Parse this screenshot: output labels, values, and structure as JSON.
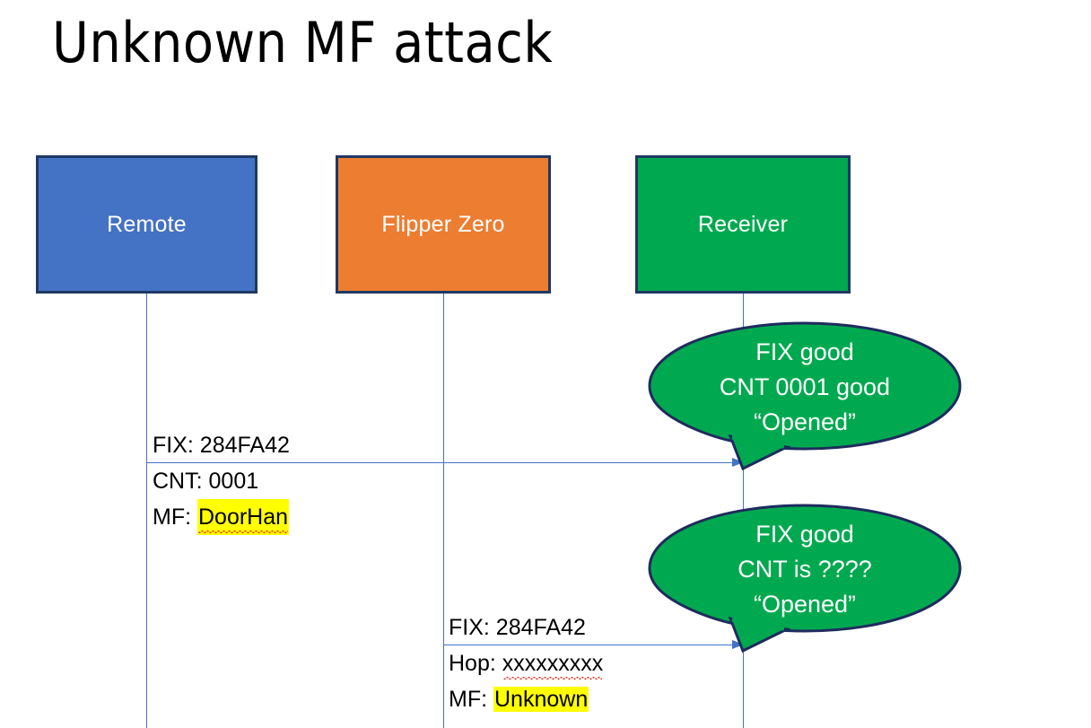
{
  "slide": {
    "title": "Unknown MF attack",
    "background_color": "#FFFFFF"
  },
  "colors": {
    "remote_fill": "#4472C4",
    "flipper_fill": "#ED7D31",
    "receiver_fill": "#00A94F",
    "box_border": "#1F3864",
    "lifeline": "#4472C4",
    "arrow": "#4472C4",
    "bubble_fill": "#00A94F",
    "bubble_border": "#1F2B5E",
    "highlight": "#FFFF00",
    "text_dark": "#000000",
    "text_light": "#FFFFFF"
  },
  "actors": [
    {
      "id": "remote",
      "label": "Remote"
    },
    {
      "id": "flipper",
      "label": "Flipper Zero"
    },
    {
      "id": "receiver",
      "label": "Receiver"
    }
  ],
  "messages": [
    {
      "id": "msg-1",
      "from": "remote",
      "to": "receiver",
      "lines": [
        {
          "label": "FIX:",
          "value": "284FA42",
          "highlight": false,
          "spellcheck_error": false
        },
        {
          "label": "CNT:",
          "value": "0001",
          "highlight": false,
          "spellcheck_error": false
        },
        {
          "label": "MF:",
          "value": "DoorHan",
          "highlight": true,
          "spellcheck_error": true
        }
      ]
    },
    {
      "id": "msg-2",
      "from": "flipper",
      "to": "receiver",
      "lines": [
        {
          "label": "FIX:",
          "value": "284FA42",
          "highlight": false,
          "spellcheck_error": false
        },
        {
          "label": "Hop:",
          "value": "xxxxxxxxx",
          "highlight": false,
          "spellcheck_error": true
        },
        {
          "label": "MF:",
          "value": "Unknown",
          "highlight": true,
          "spellcheck_error": false
        }
      ]
    }
  ],
  "bubbles": [
    {
      "id": "bubble-1",
      "owner": "receiver",
      "lines": [
        "FIX good",
        "CNT 0001 good",
        "“Opened”"
      ]
    },
    {
      "id": "bubble-2",
      "owner": "receiver",
      "lines": [
        "FIX good",
        "CNT is ????",
        "“Opened”"
      ]
    }
  ],
  "note_1": {
    "l1_label": "FIX:",
    "l1_value": "284FA42",
    "l2_label": "CNT:",
    "l2_value": "0001",
    "l3_label": "MF:",
    "l3_value": "DoorHan"
  },
  "note_2": {
    "l1_label": "FIX:",
    "l1_value": "284FA42",
    "l2_label": "Hop:",
    "l2_value": "xxxxxxxxx",
    "l3_label": "MF:",
    "l3_value": "Unknown"
  },
  "bubble_1": {
    "l1": "FIX good",
    "l2": "CNT 0001 good",
    "l3": "“Opened”"
  },
  "bubble_2": {
    "l1": "FIX good",
    "l2": "CNT is ????",
    "l3": "“Opened”"
  }
}
